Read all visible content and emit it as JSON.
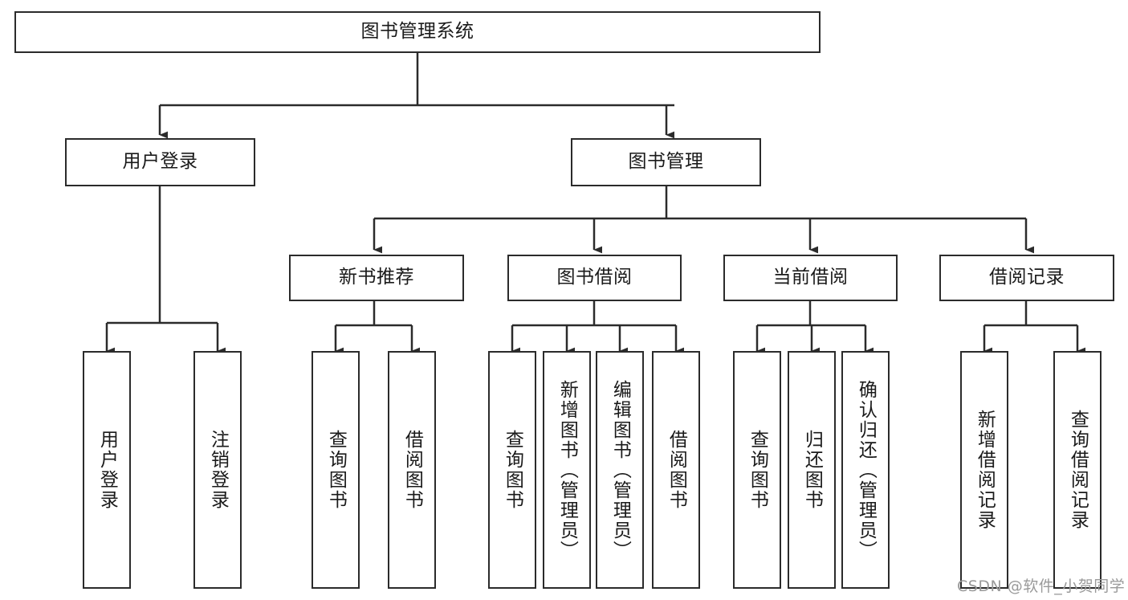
{
  "diagram": {
    "title": "图书管理系统",
    "type": "tree-hierarchy-chart",
    "watermark": "CSDN @软件_小贺同学",
    "colors": {
      "box_border": "#2b2b2b",
      "box_fill": "#ffffff",
      "connector": "#2b2b2b",
      "text": "#1a1a1a",
      "watermark": "#9a9a9a",
      "background": "#ffffff"
    },
    "nodes": {
      "root": {
        "label": "图书管理系统",
        "orientation": "horizontal"
      },
      "level2": [
        {
          "id": "user-login",
          "label": "用户登录",
          "orientation": "horizontal"
        },
        {
          "id": "book-manage",
          "label": "图书管理",
          "orientation": "horizontal"
        }
      ],
      "level3": [
        {
          "id": "new-book-recommend",
          "label": "新书推荐",
          "orientation": "horizontal"
        },
        {
          "id": "book-borrow",
          "label": "图书借阅",
          "orientation": "horizontal"
        },
        {
          "id": "current-borrow",
          "label": "当前借阅",
          "orientation": "horizontal"
        },
        {
          "id": "borrow-record",
          "label": "借阅记录",
          "orientation": "horizontal"
        }
      ],
      "leaves": [
        {
          "id": "leaf-user-login",
          "label": "用户登录",
          "orientation": "vertical",
          "parent": "user-login"
        },
        {
          "id": "leaf-user-logout",
          "label": "注销登录",
          "orientation": "vertical",
          "parent": "user-login"
        },
        {
          "id": "leaf-query-book-1",
          "label": "查询图书",
          "orientation": "vertical",
          "parent": "new-book-recommend"
        },
        {
          "id": "leaf-borrow-book-1",
          "label": "借阅图书",
          "orientation": "vertical",
          "parent": "new-book-recommend"
        },
        {
          "id": "leaf-query-book-2",
          "label": "查询图书",
          "orientation": "vertical",
          "parent": "book-borrow"
        },
        {
          "id": "leaf-add-book",
          "label": "新增图书（管理员）",
          "orientation": "vertical",
          "parent": "book-borrow"
        },
        {
          "id": "leaf-edit-book",
          "label": "编辑图书（管理员）",
          "orientation": "vertical",
          "parent": "book-borrow"
        },
        {
          "id": "leaf-borrow-book-2",
          "label": "借阅图书",
          "orientation": "vertical",
          "parent": "book-borrow"
        },
        {
          "id": "leaf-query-book-3",
          "label": "查询图书",
          "orientation": "vertical",
          "parent": "current-borrow"
        },
        {
          "id": "leaf-return-book",
          "label": "归还图书",
          "orientation": "vertical",
          "parent": "current-borrow"
        },
        {
          "id": "leaf-confirm-return",
          "label": "确认归还（管理员）",
          "orientation": "vertical",
          "parent": "current-borrow"
        },
        {
          "id": "leaf-add-record",
          "label": "新增借阅记录",
          "orientation": "vertical",
          "parent": "borrow-record"
        },
        {
          "id": "leaf-query-record",
          "label": "查询借阅记录",
          "orientation": "vertical",
          "parent": "borrow-record"
        }
      ]
    }
  }
}
